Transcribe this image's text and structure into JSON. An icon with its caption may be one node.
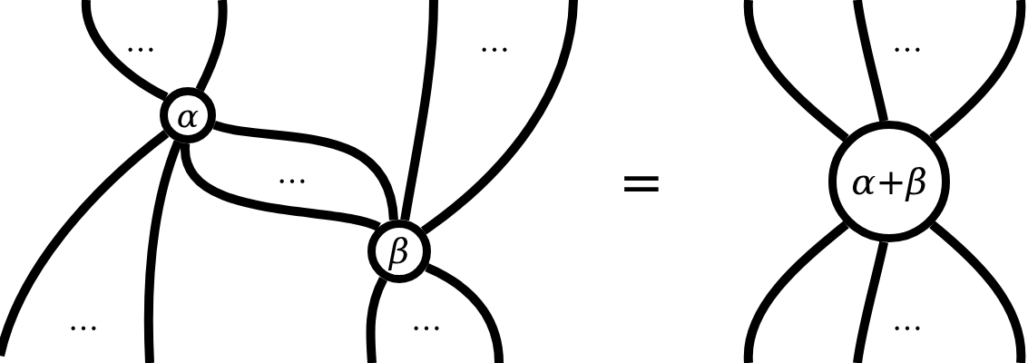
{
  "diagram": {
    "nodes": [
      {
        "text": [
          "α"
        ]
      },
      {
        "text": [
          "β"
        ]
      },
      {
        "text": [
          "α+β"
        ]
      }
    ],
    "edges": [
      {
        "from": 0,
        "to": null,
        "arrow": "none"
      },
      {
        "from": 0,
        "to": null,
        "arrow": "none"
      },
      {
        "from": 0,
        "to": null,
        "arrow": "none"
      },
      {
        "from": 0,
        "to": null,
        "arrow": "none"
      },
      {
        "from": 0,
        "to": 1,
        "arrow": "none"
      },
      {
        "from": 0,
        "to": 1,
        "arrow": "none"
      },
      {
        "from": 1,
        "to": null,
        "arrow": "none"
      },
      {
        "from": 1,
        "to": null,
        "arrow": "none"
      },
      {
        "from": 1,
        "to": null,
        "arrow": "none"
      },
      {
        "from": 1,
        "to": null,
        "arrow": "none"
      },
      {
        "from": 2,
        "to": null,
        "arrow": "none"
      },
      {
        "from": 2,
        "to": null,
        "arrow": "none"
      },
      {
        "from": 2,
        "to": null,
        "arrow": "none"
      },
      {
        "from": 2,
        "to": null,
        "arrow": "none"
      },
      {
        "from": 2,
        "to": null,
        "arrow": "none"
      },
      {
        "from": 2,
        "to": null,
        "arrow": "none"
      }
    ],
    "labels": [
      "…",
      "…",
      "…",
      "…",
      "=",
      "…",
      "…",
      "…"
    ]
  }
}
